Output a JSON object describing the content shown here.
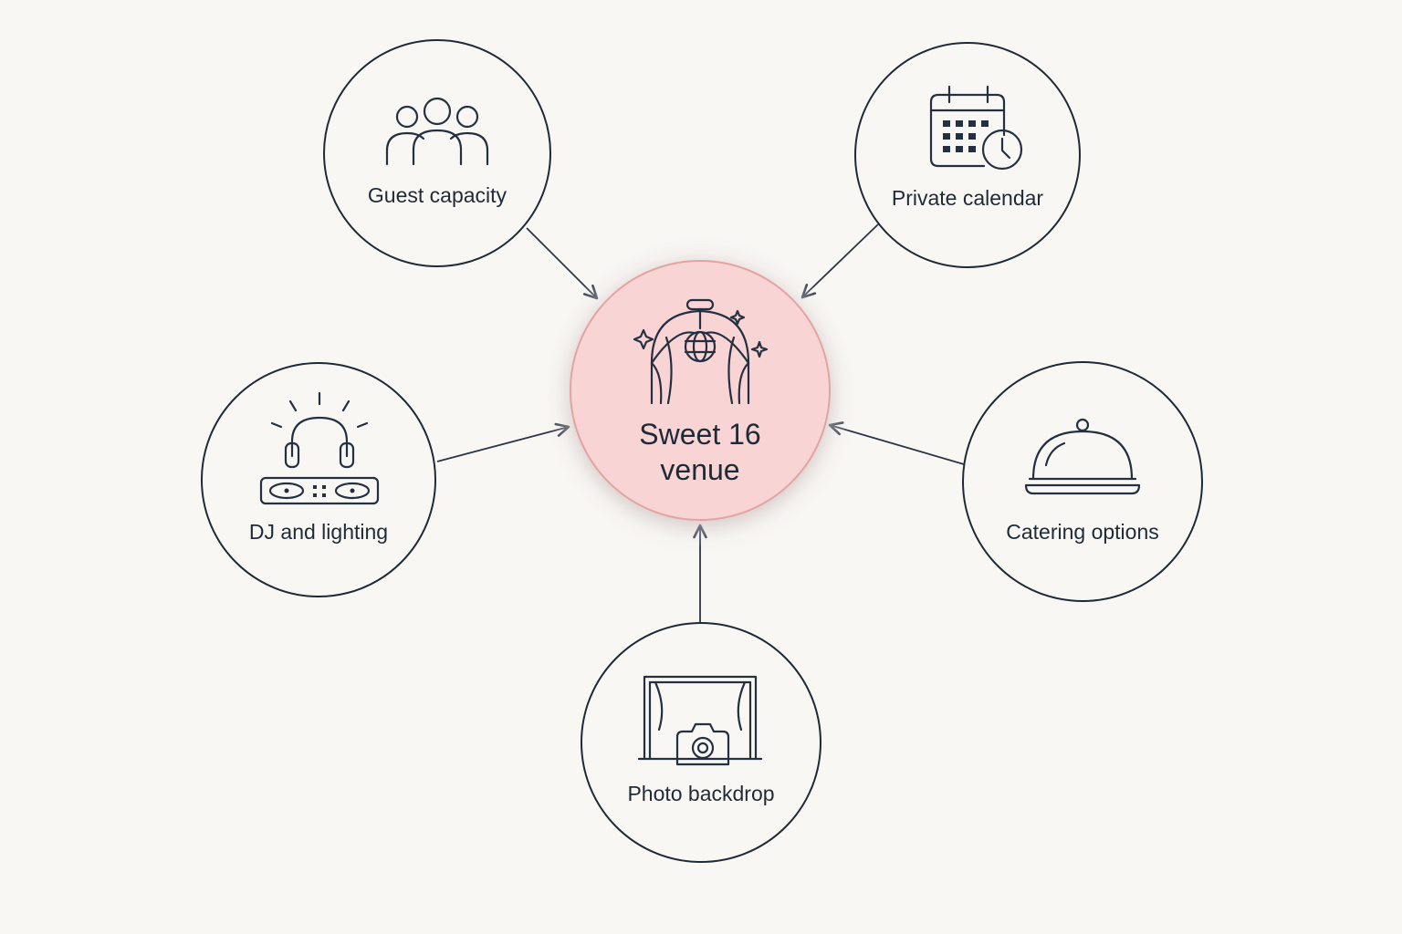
{
  "center": {
    "label_line1": "Sweet 16",
    "label_line2": "venue",
    "icon": "disco-arch-icon",
    "fill_color": "#f9d4d4",
    "stroke_color": "#e2a3a3"
  },
  "nodes": [
    {
      "id": "guest-capacity",
      "label": "Guest capacity",
      "icon": "people-group-icon"
    },
    {
      "id": "private-calendar",
      "label": "Private calendar",
      "icon": "calendar-clock-icon"
    },
    {
      "id": "dj-lighting",
      "label": "DJ and lighting",
      "icon": "dj-headphones-icon"
    },
    {
      "id": "catering-options",
      "label": "Catering options",
      "icon": "cloche-icon"
    },
    {
      "id": "photo-backdrop",
      "label": "Photo backdrop",
      "icon": "camera-backdrop-icon"
    }
  ],
  "edges": [
    {
      "from": "guest-capacity",
      "to": "center"
    },
    {
      "from": "private-calendar",
      "to": "center"
    },
    {
      "from": "dj-lighting",
      "to": "center"
    },
    {
      "from": "catering-options",
      "to": "center"
    },
    {
      "from": "photo-backdrop",
      "to": "center"
    }
  ],
  "colors": {
    "background": "#f8f7f4",
    "ink": "#1f2a37",
    "center_fill": "#f9d4d4"
  }
}
